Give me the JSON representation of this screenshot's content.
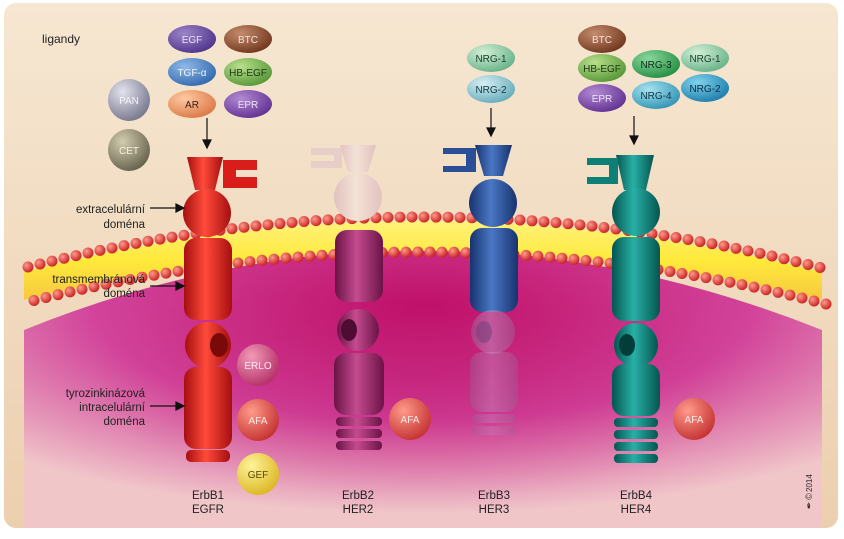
{
  "labels": {
    "ligandy": "ligandy",
    "extracellular": [
      "extracelulární",
      "doména"
    ],
    "transmembrane": [
      "transmembránová",
      "doména"
    ],
    "tyrosine": [
      "tyrozinkinázová",
      "intracelulární",
      "doména"
    ],
    "signature": "2014"
  },
  "receptors": [
    {
      "name": "ErbB1",
      "alias": "EGFR"
    },
    {
      "name": "ErbB2",
      "alias": "HER2"
    },
    {
      "name": "ErbB3",
      "alias": "HER3"
    },
    {
      "name": "ErbB4",
      "alias": "HER4"
    }
  ],
  "ligand_groups": {
    "erbb1": [
      "EGF",
      "BTC",
      "TGF-α",
      "HB-EGF",
      "AR",
      "EPR"
    ],
    "erbb3": [
      "NRG-1",
      "NRG-2"
    ],
    "erbb4": [
      "BTC",
      "HB-EGF",
      "NRG-3",
      "NRG-1",
      "EPR",
      "NRG-4",
      "NRG-2"
    ]
  },
  "antibodies": [
    "PAN",
    "CET"
  ],
  "inhibitors": {
    "erbb1": [
      "ERLO",
      "AFA",
      "GEF"
    ],
    "erbb2": [
      "AFA"
    ],
    "erbb4": [
      "AFA"
    ]
  },
  "colors": {
    "erbb1": "#e0201c",
    "erbb2": "#a8306f",
    "erbb3": "#2a4f9a",
    "erbb4": "#0e8d86",
    "cytoplasm": "#d0207a",
    "background": "#f3dcc0"
  }
}
